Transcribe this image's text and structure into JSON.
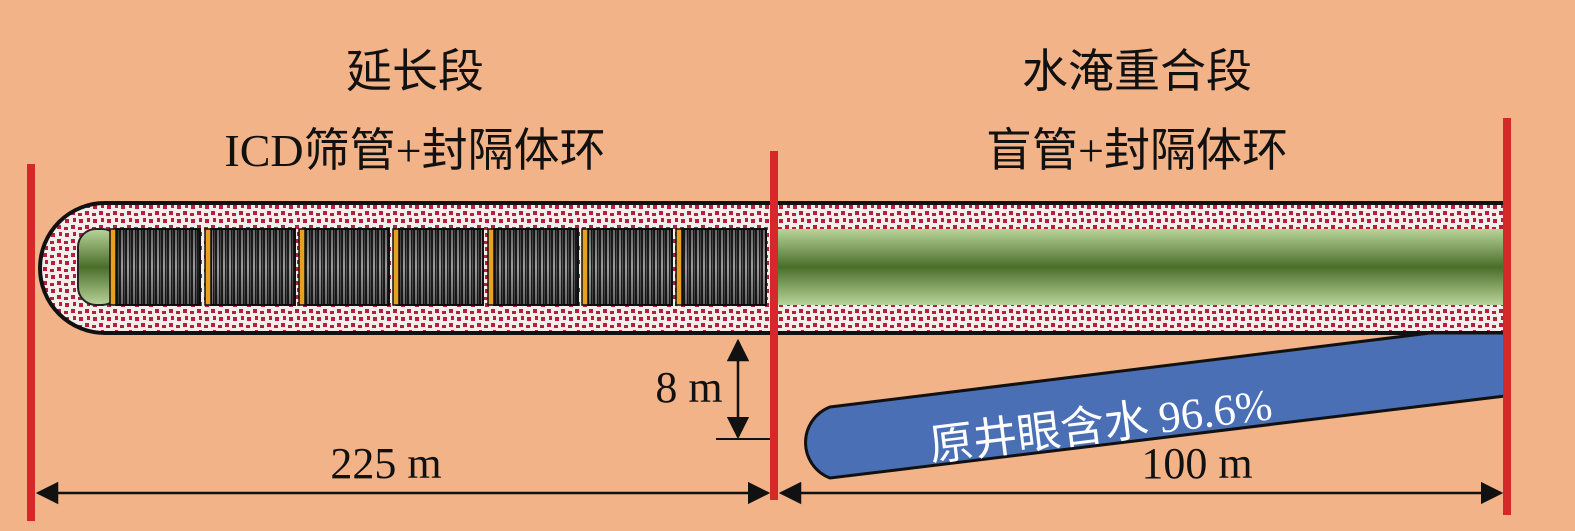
{
  "labels": {
    "extension_section": "延长段",
    "extension_completion": "ICD筛管+封隔体环",
    "watered_overlap_section": "水淹重合段",
    "overlap_completion": "盲管+封隔体环",
    "original_wellbore": "原井眼含水 96.6%",
    "vertical_offset": "8 m",
    "extension_length": "225 m",
    "overlap_length": "100 m"
  },
  "colors": {
    "background": "#f1b387",
    "boundary_line": "#d62828",
    "wellbore_outline": "#111111",
    "packer_pattern": "#b3203a",
    "blank_pipe": "#4f7a2e",
    "icd_screen": "#2a2a2a",
    "screen_collar": "#e8a020",
    "original_wellbore": "#4a6fb5"
  },
  "icons": {
    "boundary": "red-vertical-boundary-line",
    "dimension": "double-headed-arrow"
  }
}
